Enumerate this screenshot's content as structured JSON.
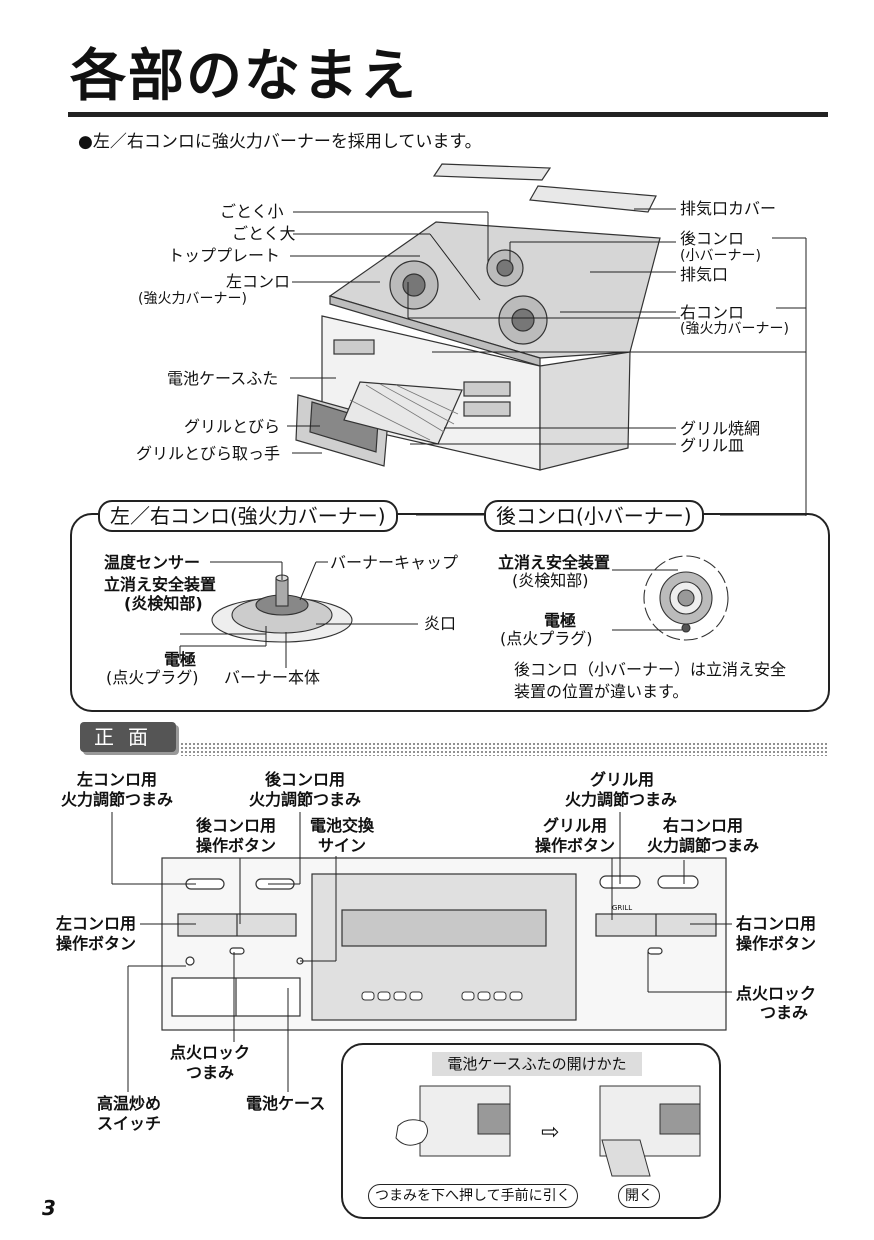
{
  "page": {
    "title": "各部のなまえ",
    "bullet_note": "●左／右コンロに強火力バーナーを採用しています。",
    "page_number": "3"
  },
  "top_view": {
    "labels": {
      "gotoku_small": "ごとく小",
      "gotoku_large": "ごとく大",
      "top_plate": "トッププレート",
      "left_burner": "左コンロ",
      "left_burner_sub": "(強火力バーナー)",
      "battery_cover": "電池ケースふた",
      "grill_door": "グリルとびら",
      "grill_door_handle": "グリルとびら取っ手",
      "exhaust_cover": "排気口カバー",
      "rear_burner": "後コンロ",
      "rear_burner_sub": "(小バーナー)",
      "exhaust_port": "排気口",
      "right_burner": "右コンロ",
      "right_burner_sub": "(強火力バーナー)",
      "grill_grate": "グリル焼網",
      "grill_pan": "グリル皿"
    }
  },
  "burner_detail": {
    "tag_left": "左／右コンロ(強火力バーナー)",
    "tag_right": "後コンロ(小バーナー)",
    "temp_sensor": "温度センサー",
    "safety_device": "立消え安全装置",
    "safety_device_sub": "(炎検知部)",
    "electrode": "電極",
    "electrode_sub": "(点火プラグ)",
    "burner_body": "バーナー本体",
    "burner_cap": "バーナーキャップ",
    "flame_port": "炎口",
    "rear_safety_device": "立消え安全装置",
    "rear_safety_device_sub": "(炎検知部)",
    "rear_electrode": "電極",
    "rear_electrode_sub": "(点火プラグ)",
    "rear_note_line1": "後コンロ（小バーナー）は立消え安全",
    "rear_note_line2": "装置の位置が違います。"
  },
  "front_view": {
    "section_label": "正面",
    "labels": {
      "left_knob_1": "左コンロ用",
      "left_knob_2": "火力調節つまみ",
      "rear_knob_1": "後コンロ用",
      "rear_knob_2": "火力調節つまみ",
      "rear_button_1": "後コンロ用",
      "rear_button_2": "操作ボタン",
      "battery_sign_1": "電池交換",
      "battery_sign_2": "サイン",
      "grill_knob_1": "グリル用",
      "grill_knob_2": "火力調節つまみ",
      "grill_button_1": "グリル用",
      "grill_button_2": "操作ボタン",
      "right_knob_1": "右コンロ用",
      "right_knob_2": "火力調節つまみ",
      "left_button_1": "左コンロ用",
      "left_button_2": "操作ボタン",
      "right_button_1": "右コンロ用",
      "right_button_2": "操作ボタン",
      "ignition_lock_right_1": "点火ロック",
      "ignition_lock_right_2": "つまみ",
      "ignition_lock_left_1": "点火ロック",
      "ignition_lock_left_2": "つまみ",
      "high_temp_1": "高温炒め",
      "high_temp_2": "スイッチ",
      "battery_case": "電池ケース"
    },
    "panel_marks": {
      "grill": "GRILL"
    }
  },
  "howto": {
    "title": "電池ケースふたの開けかた",
    "step1": "つまみを下へ押して手前に引く",
    "step2": "開く",
    "arrow": "⇨"
  }
}
